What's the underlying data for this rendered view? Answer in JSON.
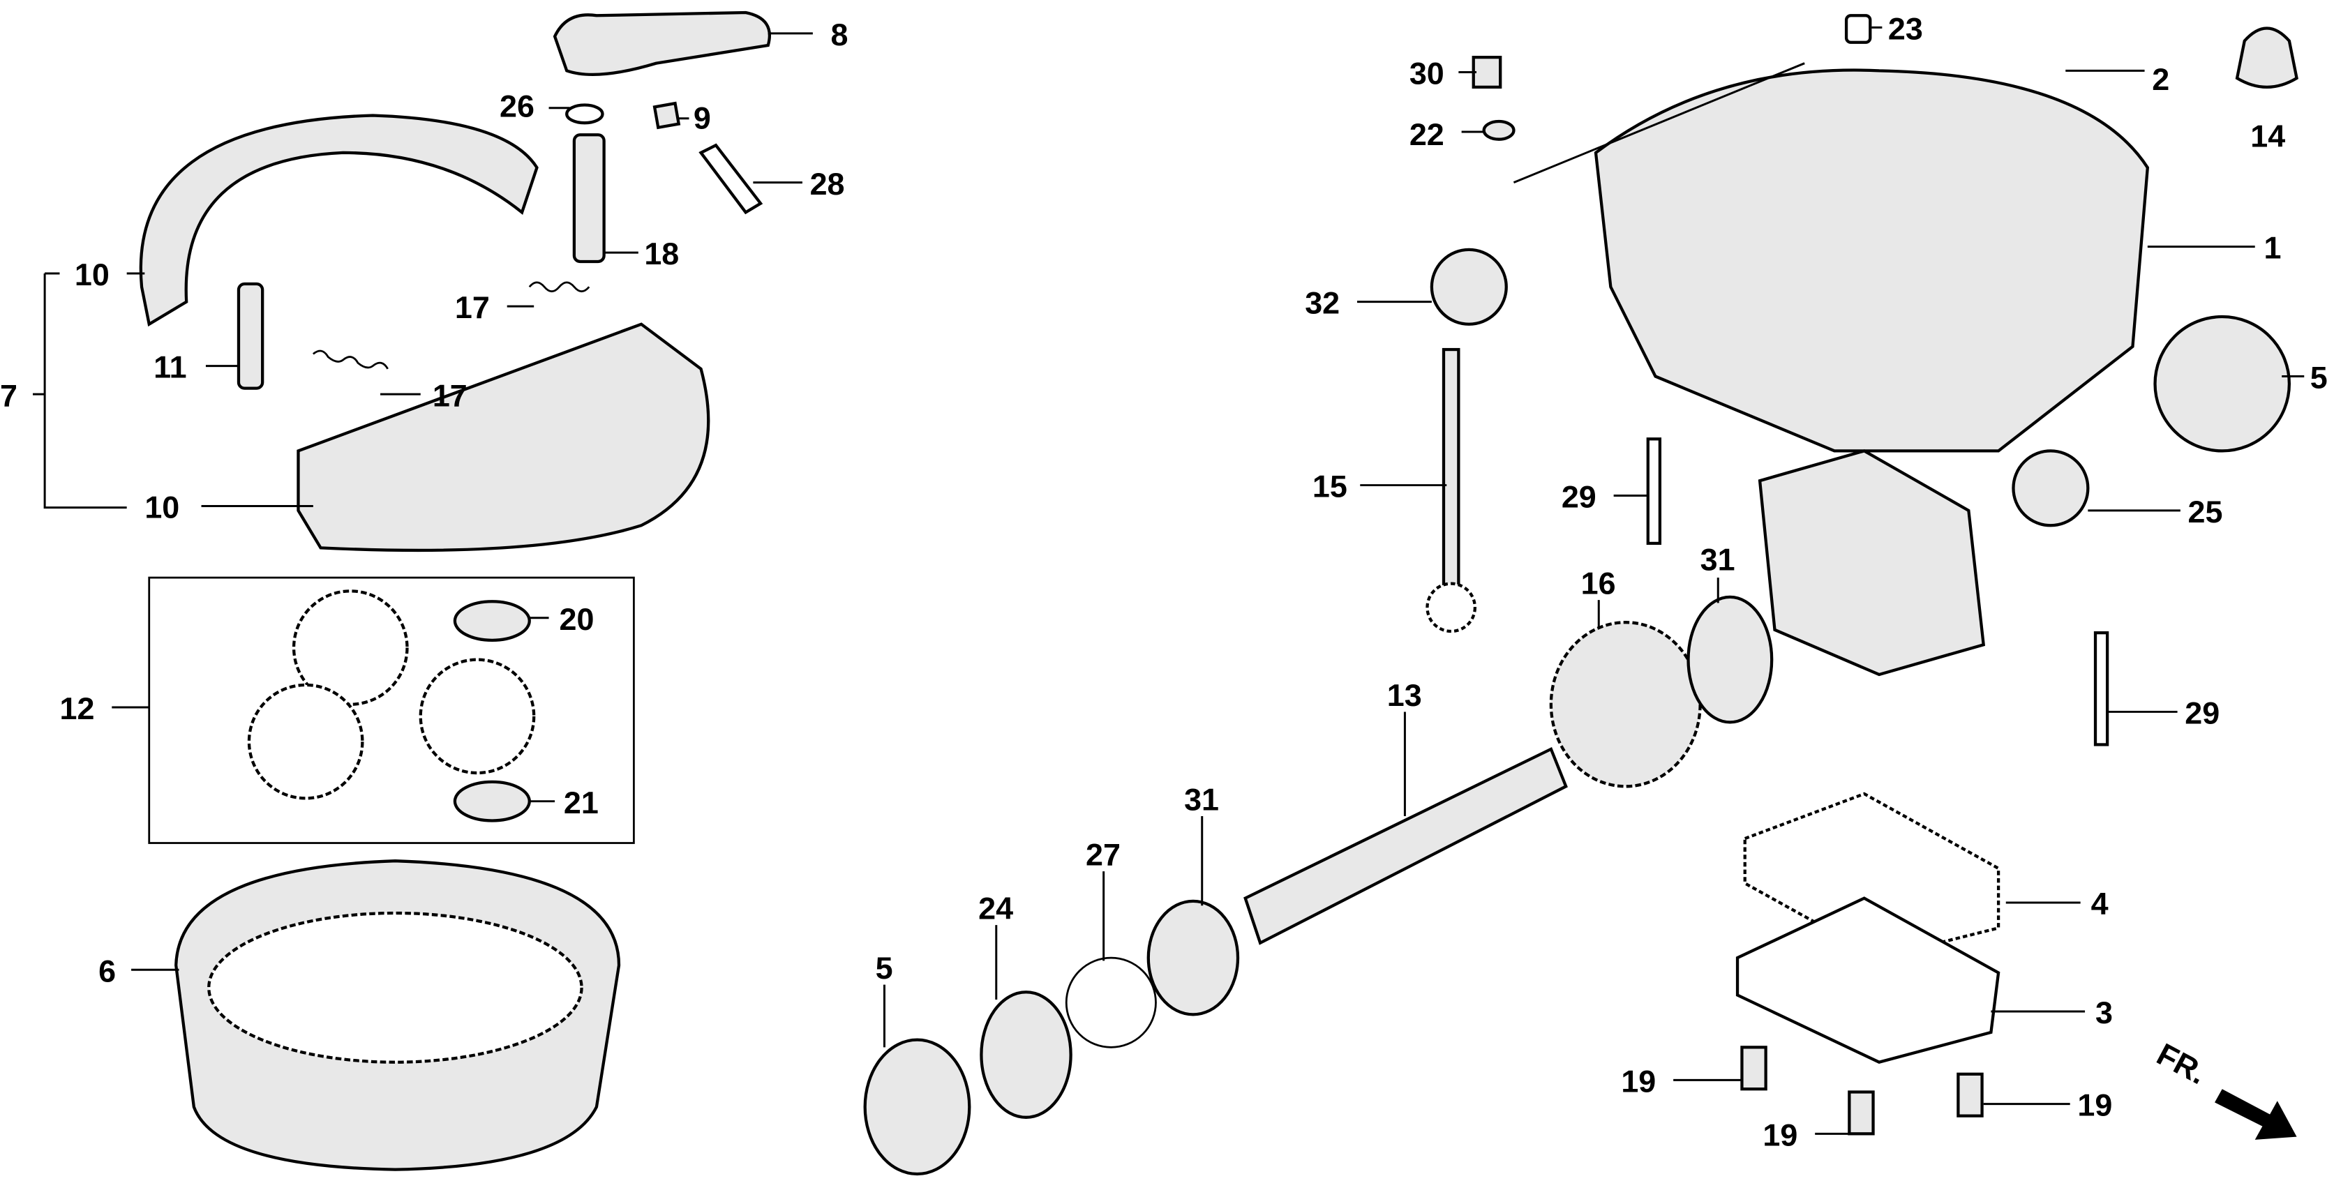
{
  "diagram": {
    "labels": [
      "8",
      "26",
      "9",
      "28",
      "18",
      "10",
      "17",
      "11",
      "17",
      "7",
      "10",
      "20",
      "12",
      "21",
      "6",
      "30",
      "23",
      "2",
      "14",
      "22",
      "1",
      "32",
      "5",
      "15",
      "29",
      "25",
      "31",
      "16",
      "13",
      "29",
      "31",
      "27",
      "24",
      "5",
      "4",
      "3",
      "19",
      "19",
      "19"
    ],
    "direction_marker": "FR.",
    "colors": {
      "ink": "#000000",
      "background": "#ffffff"
    }
  }
}
